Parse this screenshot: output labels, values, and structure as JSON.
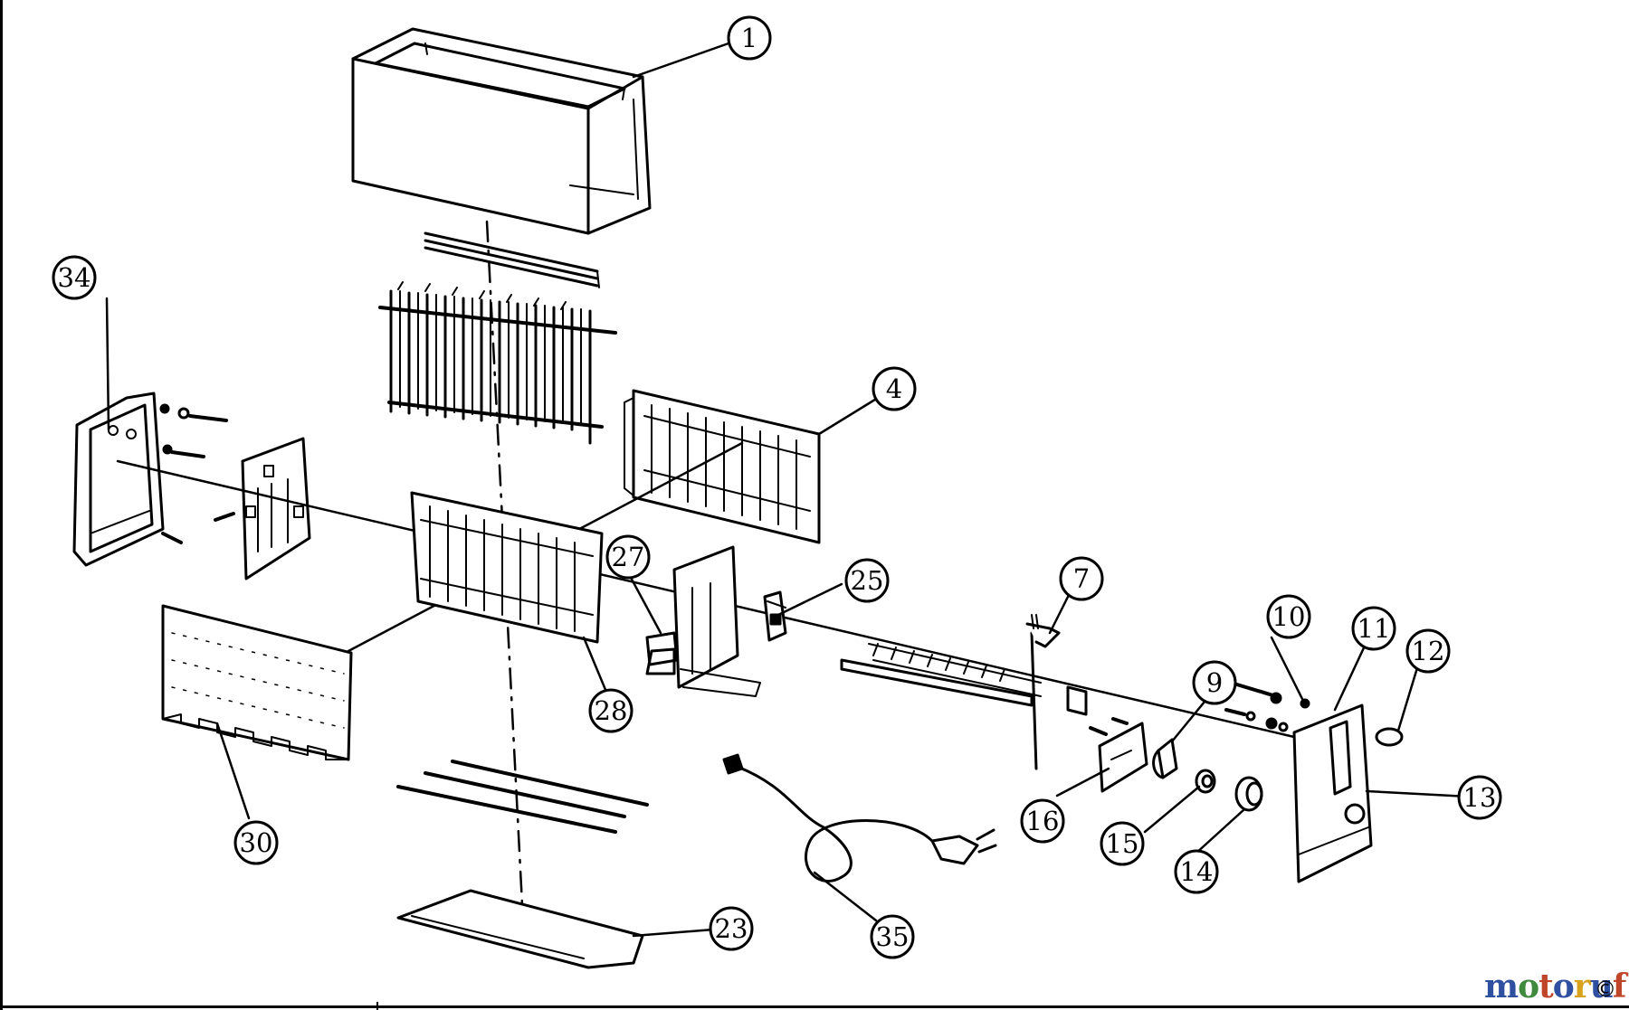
{
  "diagram": {
    "callouts": [
      {
        "id": "1",
        "label": "1"
      },
      {
        "id": "4",
        "label": "4"
      },
      {
        "id": "7",
        "label": "7"
      },
      {
        "id": "9",
        "label": "9"
      },
      {
        "id": "10",
        "label": "10"
      },
      {
        "id": "11",
        "label": "11"
      },
      {
        "id": "12",
        "label": "12"
      },
      {
        "id": "13",
        "label": "13"
      },
      {
        "id": "14",
        "label": "14"
      },
      {
        "id": "15",
        "label": "15"
      },
      {
        "id": "16",
        "label": "16"
      },
      {
        "id": "23",
        "label": "23"
      },
      {
        "id": "25",
        "label": "25"
      },
      {
        "id": "27",
        "label": "27"
      },
      {
        "id": "28",
        "label": "28"
      },
      {
        "id": "30",
        "label": "30"
      },
      {
        "id": "34",
        "label": "34"
      },
      {
        "id": "35",
        "label": "35"
      }
    ]
  },
  "watermark": {
    "brand": "motoruf",
    "copyright": "©"
  },
  "colors": {
    "line": "#000000",
    "background": "#ffffff"
  }
}
